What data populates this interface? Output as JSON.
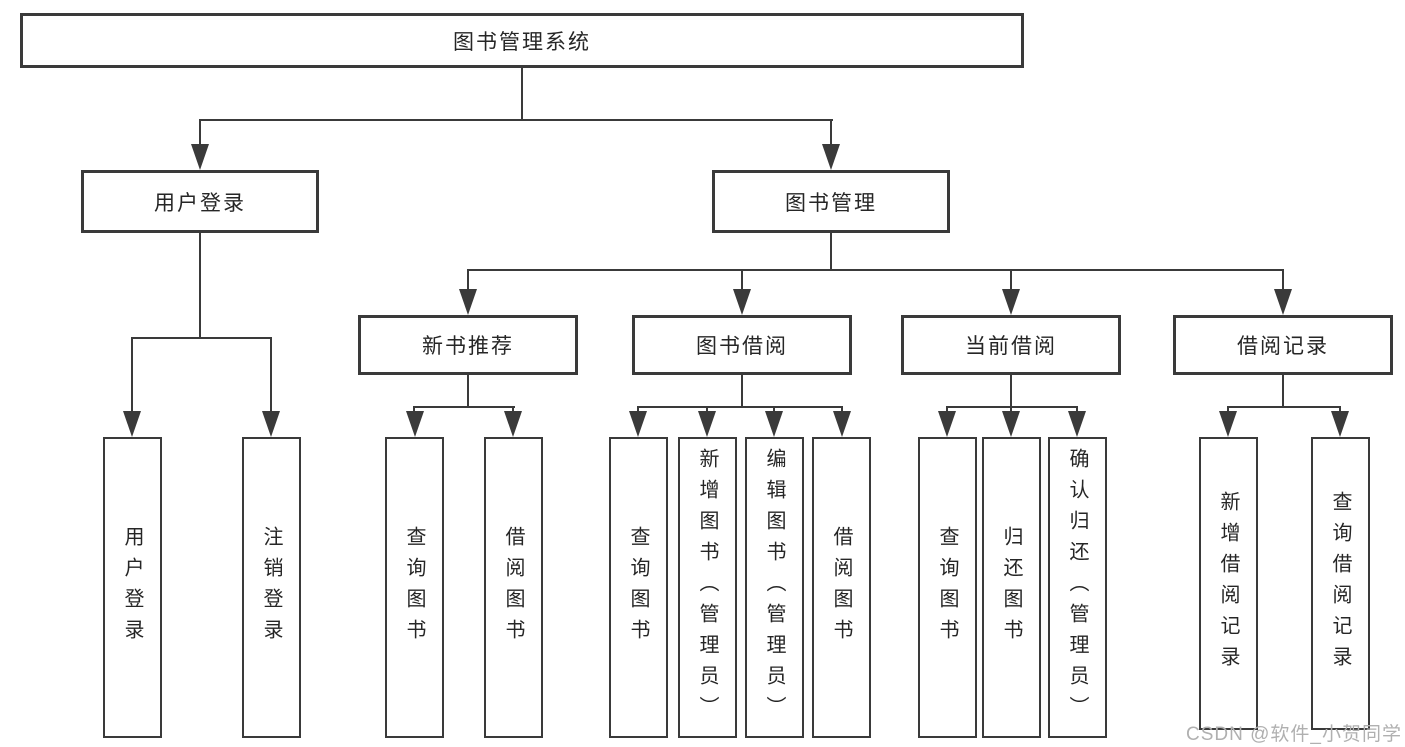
{
  "tree": {
    "root": {
      "label": "图书管理系统"
    },
    "branches": [
      {
        "label": "用户登录",
        "children": [
          {
            "label": "用户登录"
          },
          {
            "label": "注销登录"
          }
        ]
      },
      {
        "label": "图书管理",
        "sections": [
          {
            "label": "新书推荐",
            "children": [
              {
                "label": "查询图书"
              },
              {
                "label": "借阅图书"
              }
            ]
          },
          {
            "label": "图书借阅",
            "children": [
              {
                "label": "查询图书"
              },
              {
                "label": "新增图书（管理员）"
              },
              {
                "label": "编辑图书（管理员）"
              },
              {
                "label": "借阅图书"
              }
            ]
          },
          {
            "label": "当前借阅",
            "children": [
              {
                "label": "查询图书"
              },
              {
                "label": "归还图书"
              },
              {
                "label": "确认归还（管理员）"
              }
            ]
          },
          {
            "label": "借阅记录",
            "children": [
              {
                "label": "新增借阅记录"
              },
              {
                "label": "查询借阅记录"
              }
            ]
          }
        ]
      }
    ]
  },
  "watermark": {
    "text": "CSDN @软件_小贺同学"
  },
  "colors": {
    "background": "#ffffff",
    "box_fill": "#ffffff",
    "box_border": "#3a3a3a",
    "line": "#3a3a3a",
    "text": "#262626",
    "watermark": "#b0b0b0"
  }
}
